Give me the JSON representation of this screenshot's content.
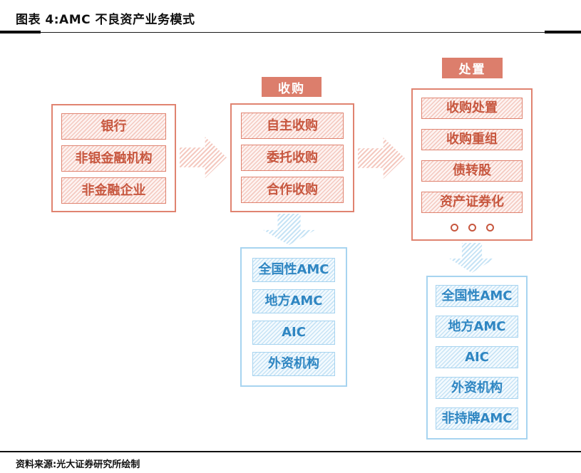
{
  "header": {
    "title": "图表 4:AMC 不良资产业务模式"
  },
  "footer": {
    "source": "资料来源:光大证券研究所绘制"
  },
  "colors": {
    "red_solid": "#DC7E6C",
    "red_border": "#E08370",
    "red_text": "#C7573F",
    "red_hatch": "#F4C9C0",
    "red_hatch_bg": "#FDF3F1",
    "blue_border": "#A7D4F0",
    "blue_text": "#2F86C2",
    "blue_hatch": "#C6E3F5",
    "blue_hatch_bg": "#F4FAFE",
    "ink": "#111111"
  },
  "diagram": {
    "sources": {
      "items": [
        "银行",
        "非银金融机构",
        "非金融企业"
      ]
    },
    "acquisition": {
      "label": "收购",
      "items": [
        "自主收购",
        "委托收购",
        "合作收购"
      ]
    },
    "disposal": {
      "label": "处置",
      "items": [
        "收购处置",
        "收购重组",
        "债转股",
        "资产证券化"
      ],
      "more_indicator": "ellipsis-dots"
    },
    "acquisition_entities": {
      "items": [
        "全国性AMC",
        "地方AMC",
        "AIC",
        "外资机构"
      ]
    },
    "disposal_entities": {
      "items": [
        "全国性AMC",
        "地方AMC",
        "AIC",
        "外资机构",
        "非持牌AMC"
      ]
    }
  }
}
